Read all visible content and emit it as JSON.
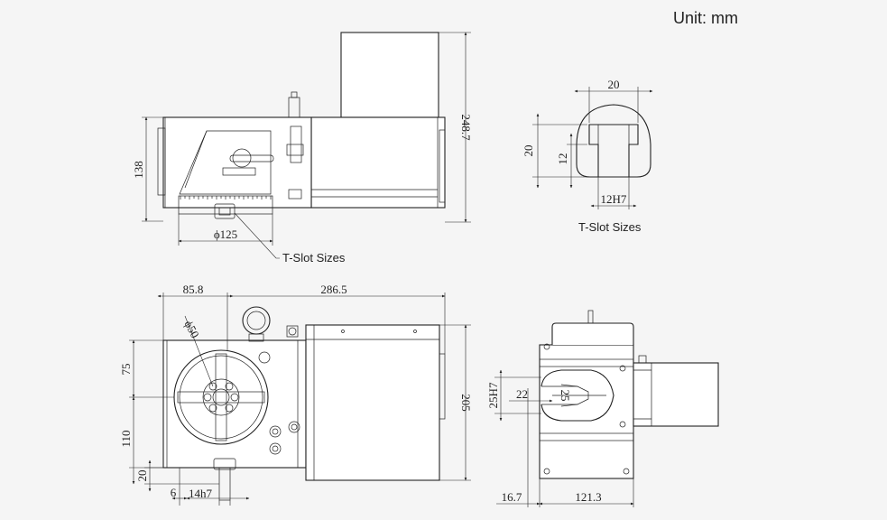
{
  "unit_label": "Unit: mm",
  "tslot_label_left": "T-Slot Sizes",
  "tslot_label_right": "T-Slot Sizes",
  "side_view": {
    "height": "138",
    "total_height": "248.7",
    "diameter": "ϕ125"
  },
  "tslot_detail": {
    "top_width": "20",
    "height": "20",
    "slot_depth": "12",
    "slot_width": "12H7"
  },
  "top_view": {
    "left_width": "85.8",
    "total_width": "286.5",
    "hole_dia": "ϕ50",
    "upper": "75",
    "lower": "110",
    "bottom_offset": "20",
    "key_offset": "6",
    "key_width": "14h7",
    "depth": "205"
  },
  "end_view": {
    "bore": "25H7",
    "inner_a": "22",
    "inner_b": "25",
    "offset": "16.7",
    "width": "121.3"
  }
}
